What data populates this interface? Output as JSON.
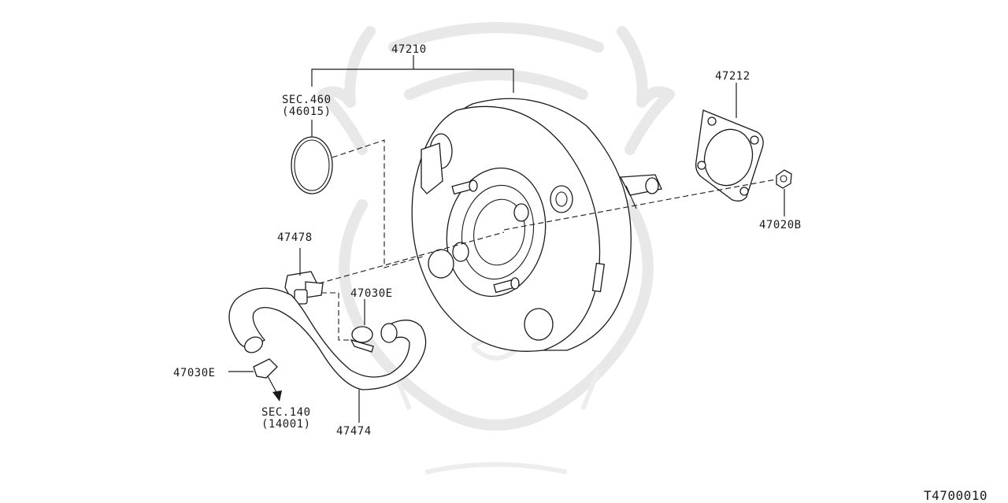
{
  "diagram_id": "T4700010",
  "parts": {
    "booster": "47210",
    "gasket": "47212",
    "nut": "47020B",
    "check_valve": "47478",
    "clip_upper": "47030E",
    "clip_lower": "47030E",
    "hose": "47474"
  },
  "refs": {
    "sec460_line1": "SEC.460",
    "sec460_line2": "(46015)",
    "sec140_line1": "SEC.140",
    "sec140_line2": "(14001)"
  }
}
